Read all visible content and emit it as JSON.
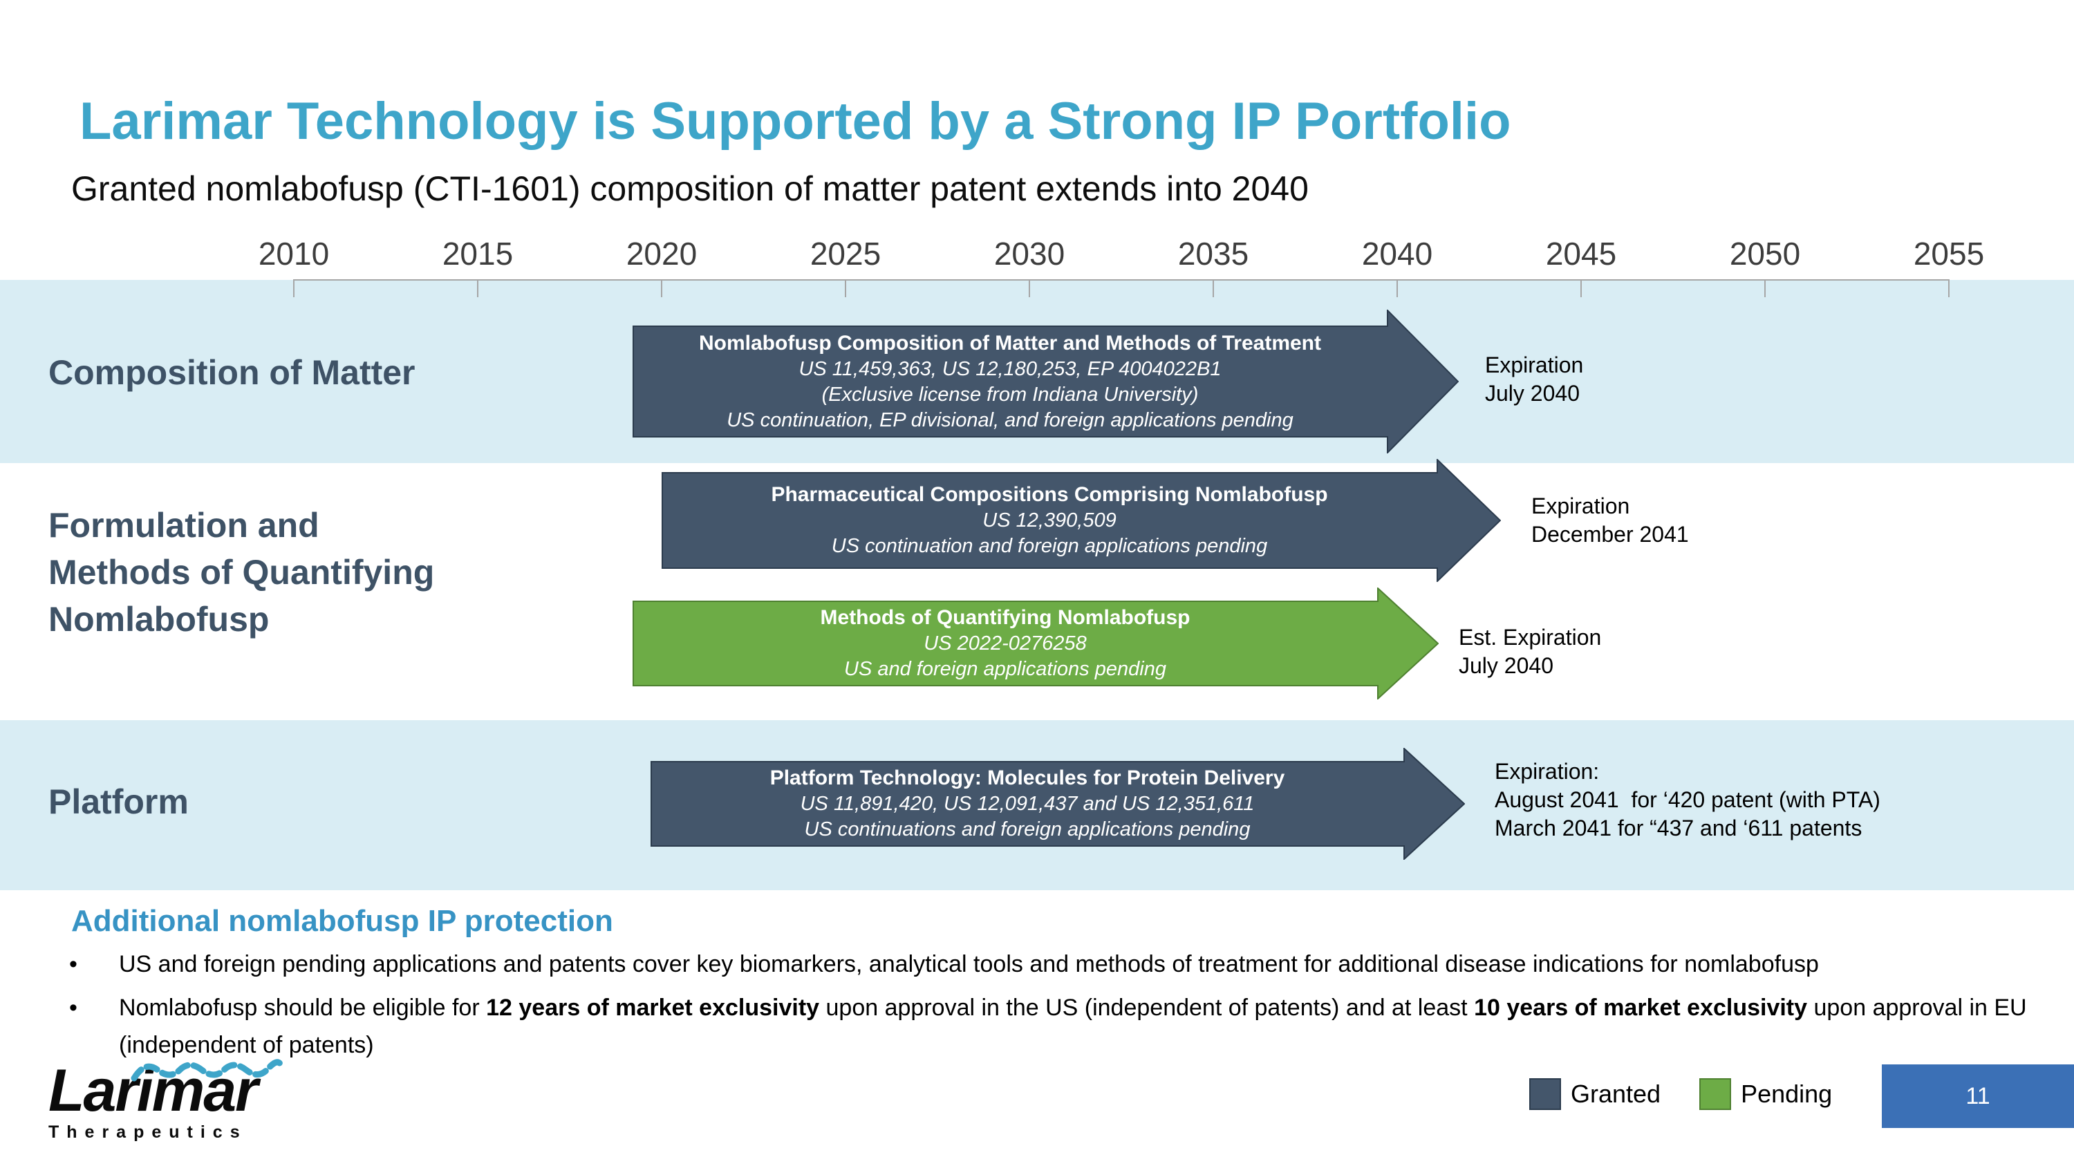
{
  "header": {
    "title": "Larimar Technology is Supported by a Strong IP Portfolio",
    "subtitle": "Granted nomlabofusp (CTI-1601) composition of matter patent extends into 2040"
  },
  "timeline": {
    "years": [
      "2010",
      "2015",
      "2020",
      "2025",
      "2030",
      "2035",
      "2040",
      "2045",
      "2050",
      "2055"
    ]
  },
  "rows": [
    {
      "label": "Composition of Matter"
    },
    {
      "label": "Formulation and\nMethods of Quantifying\nNomlabofusp"
    },
    {
      "label": "Platform"
    }
  ],
  "arrows": [
    {
      "status": "granted",
      "title": "Nomlabofusp Composition of Matter and Methods of Treatment",
      "details": [
        "US 11,459,363, US 12,180,253, EP 4004022B1",
        "(Exclusive license from Indiana University)",
        "US continuation, EP divisional, and foreign applications pending"
      ],
      "expiration": [
        "Expiration",
        "July 2040"
      ]
    },
    {
      "status": "granted",
      "title": "Pharmaceutical Compositions Comprising Nomlabofusp",
      "details": [
        "US 12,390,509",
        "US continuation and foreign applications pending"
      ],
      "expiration": [
        "Expiration",
        "December 2041"
      ]
    },
    {
      "status": "pending",
      "title": "Methods of Quantifying Nomlabofusp",
      "details": [
        "US 2022-0276258",
        "US and foreign applications pending"
      ],
      "expiration": [
        "Est. Expiration",
        "July 2040"
      ]
    },
    {
      "status": "granted",
      "title": "Platform Technology: Molecules for Protein Delivery",
      "details": [
        "US 11,891,420, US 12,091,437 and US 12,351,611",
        "US continuations and foreign applications pending"
      ],
      "expiration": [
        "Expiration:",
        "August 2041  for ‘420 patent (with PTA)",
        "March 2041 for “437 and ‘611 patents"
      ]
    }
  ],
  "additional": {
    "heading": "Additional nomlabofusp IP protection",
    "marker": "•",
    "bullets": [
      [
        {
          "text": "US and foreign pending applications and patents cover key biomarkers, analytical tools and methods of treatment for additional disease indications for nomlabofusp"
        }
      ],
      [
        {
          "text": "Nomlabofusp should be eligible for "
        },
        {
          "text": "12 years of market exclusivity",
          "bold": true
        },
        {
          "text": " upon approval in the US (independent of patents) and at least "
        },
        {
          "text": "10 years of market exclusivity",
          "bold": true
        },
        {
          "text": " upon approval in EU (independent of patents)"
        }
      ]
    ]
  },
  "legend": {
    "granted_label": "Granted",
    "pending_label": "Pending"
  },
  "footer": {
    "logo_text": "Larimar",
    "logo_subtext": "Therapeutics",
    "page_number": "11"
  },
  "colors": {
    "granted": "#44566B",
    "granted_border": "#2B3B4D",
    "pending": "#6DAC46",
    "pending_border": "#4E8030",
    "accent_teal": "#3EA5C9",
    "heading_teal": "#3793C4",
    "band": "#D9EDF4",
    "page_box": "#3B70B6"
  }
}
